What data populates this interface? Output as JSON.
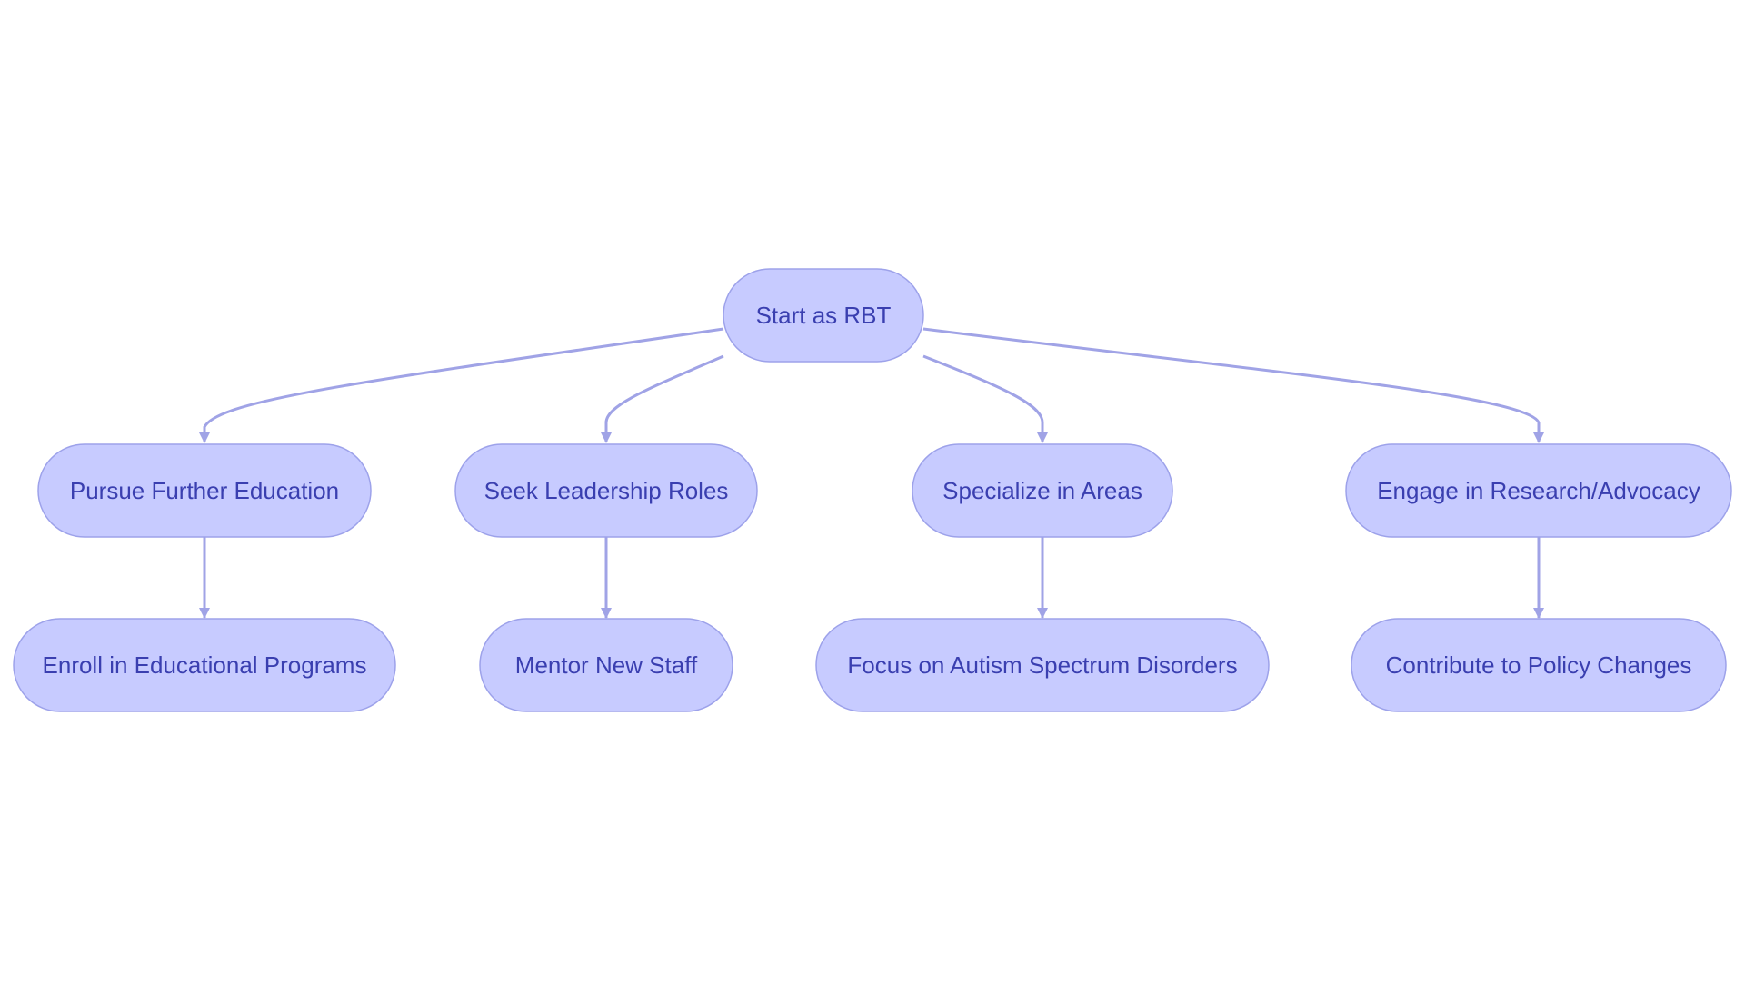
{
  "colors": {
    "node_fill": "#c7cbff",
    "node_stroke": "#9da2ea",
    "text": "#3a3fb0",
    "edge": "#a0a3e6"
  },
  "nodes": [
    {
      "id": "start",
      "label": "Start as RBT"
    },
    {
      "id": "education",
      "label": "Pursue Further Education"
    },
    {
      "id": "leadership",
      "label": "Seek Leadership Roles"
    },
    {
      "id": "specialize",
      "label": "Specialize in Areas"
    },
    {
      "id": "research",
      "label": "Engage in Research/Advocacy"
    },
    {
      "id": "enroll",
      "label": "Enroll in Educational Programs"
    },
    {
      "id": "mentor",
      "label": "Mentor New Staff"
    },
    {
      "id": "autism",
      "label": "Focus on Autism Spectrum Disorders"
    },
    {
      "id": "policy",
      "label": "Contribute to Policy Changes"
    }
  ],
  "edges": [
    {
      "from": "start",
      "to": "education"
    },
    {
      "from": "start",
      "to": "leadership"
    },
    {
      "from": "start",
      "to": "specialize"
    },
    {
      "from": "start",
      "to": "research"
    },
    {
      "from": "education",
      "to": "enroll"
    },
    {
      "from": "leadership",
      "to": "mentor"
    },
    {
      "from": "specialize",
      "to": "autism"
    },
    {
      "from": "research",
      "to": "policy"
    }
  ]
}
